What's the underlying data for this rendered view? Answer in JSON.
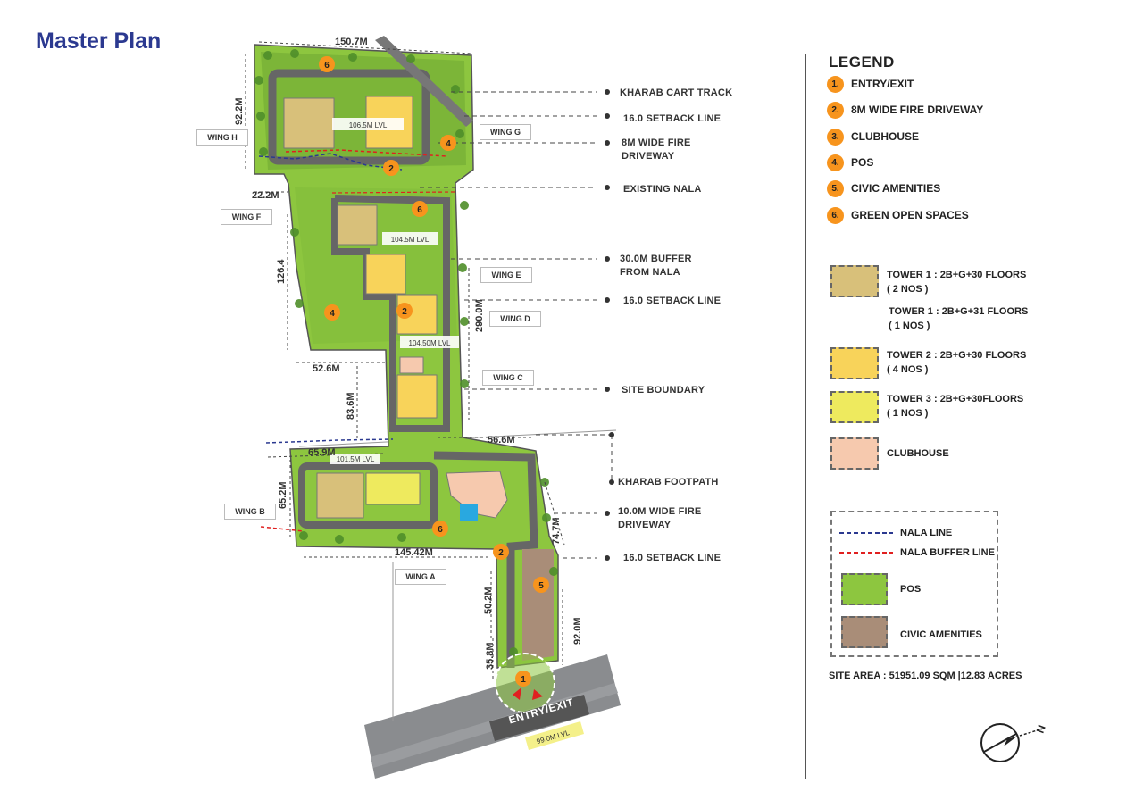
{
  "title": "Master Plan",
  "dimensions": {
    "top_width": "150.7M",
    "wing_h_height": "92.2M",
    "offset_1": "22.2M",
    "wing_f_height": "126.4",
    "offset_2": "52.6M",
    "wing_c_height": "83.6M",
    "offset_3": "65.9M",
    "wing_b_height": "65.2M",
    "bottom_width": "145.42M",
    "clubhouse_width": "56.6M",
    "right_height": "290.0M",
    "east_height": "74.7M",
    "approach_1": "50.2M",
    "approach_2": "35.8M",
    "approach_3": "92.0M"
  },
  "levels": {
    "lvl_1": "106.5M LVL",
    "lvl_2": "104.5M LVL",
    "lvl_3": "104.50M LVL",
    "lvl_4": "101.5M LVL",
    "entry_lvl": "99.0M LVL"
  },
  "wings": {
    "wing_h": "WING H",
    "wing_g": "WING G",
    "wing_f": "WING F",
    "wing_e": "WING E",
    "wing_d": "WING D",
    "wing_c": "WING C",
    "wing_b": "WING B",
    "wing_a": "WING A"
  },
  "callouts": {
    "c1": "KHARAB CART TRACK",
    "c2": "16.0 SETBACK LINE",
    "c3a": "8M WIDE FIRE",
    "c3b": "DRIVEWAY",
    "c4": "EXISTING NALA",
    "c5a": "30.0M BUFFER",
    "c5b": "FROM NALA",
    "c6": "16.0 SETBACK LINE",
    "c7": "SITE BOUNDARY",
    "c8": "KHARAB FOOTPATH",
    "c9a": "10.0M WIDE FIRE",
    "c9b": "DRIVEWAY",
    "c10": "16.0 SETBACK LINE"
  },
  "markers": {
    "m1": "1",
    "m2": "2",
    "m4": "4",
    "m5": "5",
    "m6": "6"
  },
  "entry_label": "ENTRY/EXIT",
  "legend": {
    "title": "LEGEND",
    "items": [
      {
        "num": "1.",
        "label": "ENTRY/EXIT"
      },
      {
        "num": "2.",
        "label": "8M WIDE FIRE DRIVEWAY"
      },
      {
        "num": "3.",
        "label": "CLUBHOUSE"
      },
      {
        "num": "4.",
        "label": "POS"
      },
      {
        "num": "5.",
        "label": "CIVIC AMENITIES"
      },
      {
        "num": "6.",
        "label": "GREEN OPEN SPACES"
      }
    ],
    "towers": {
      "t1a": "TOWER 1 : 2B+G+30 FLOORS",
      "t1a_count": "( 2 NOS )",
      "t1b": "TOWER 1 : 2B+G+31 FLOORS",
      "t1b_count": "( 1 NOS )",
      "t2": "TOWER 2 : 2B+G+30 FLOORS",
      "t2_count": "( 4 NOS )",
      "t3": "TOWER 3 : 2B+G+30FLOORS",
      "t3_count": "( 1 NOS )",
      "club": "CLUBHOUSE"
    },
    "lines": {
      "nala": "NALA LINE",
      "buffer": "NALA BUFFER LINE",
      "pos": "POS",
      "civic": "CIVIC AMENITIES"
    },
    "site_area": "SITE AREA : 51951.09 SQM |12.83 ACRES"
  },
  "colors": {
    "title": "#2b3990",
    "green": "#8dc63f",
    "tower1": "#d8c07a",
    "tower2": "#f8d35a",
    "tower3": "#eeea5e",
    "clubhouse": "#f6c9ae",
    "civic": "#a98d78",
    "badge": "#f7941d",
    "nala_line": "#2b3990",
    "buffer_line": "#e02020"
  }
}
